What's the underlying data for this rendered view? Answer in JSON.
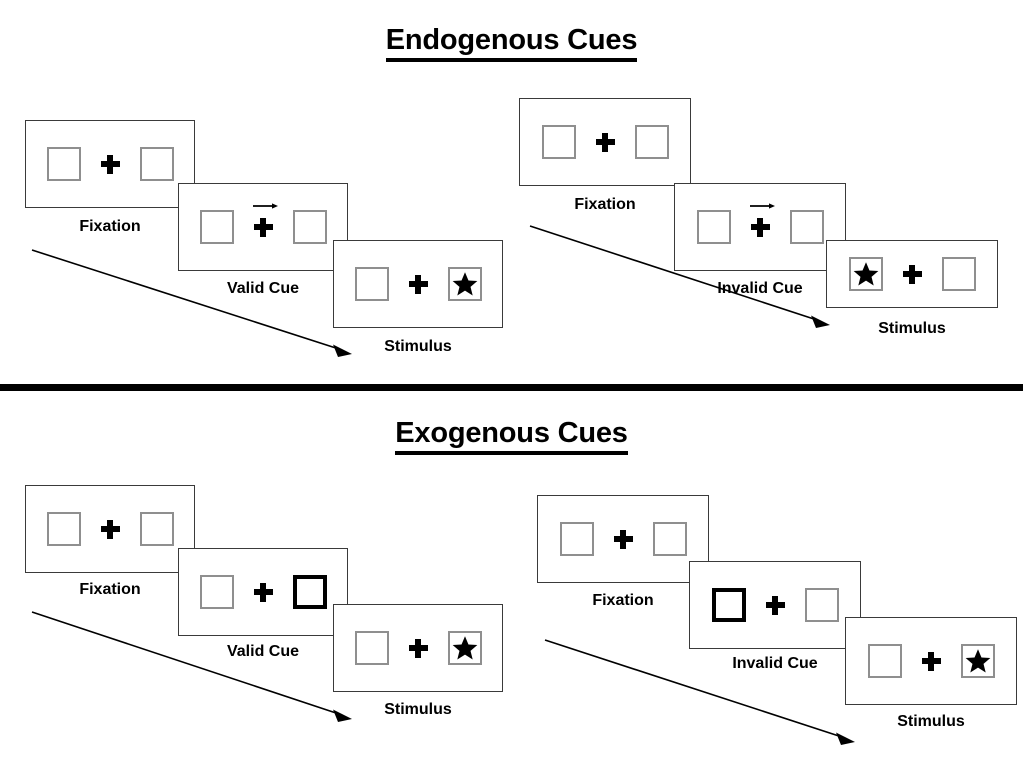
{
  "figure": {
    "background_color": "#ffffff",
    "ink_color": "#000000",
    "placeholder_box_color": "#9d9d9d"
  },
  "sections": [
    {
      "id": "endogenous",
      "title": "Endogenous Cues",
      "columns": [
        {
          "id": "endogenous-valid",
          "steps": [
            {
              "id": "endogenous-valid-fixation",
              "caption": "Fixation",
              "left_box": "empty",
              "right_box": "empty",
              "arrow_cue": "none"
            },
            {
              "id": "endogenous-valid-cue",
              "caption": "Valid Cue",
              "left_box": "empty",
              "right_box": "empty",
              "arrow_cue": "right"
            },
            {
              "id": "endogenous-valid-stimulus",
              "caption": "Stimulus",
              "left_box": "empty",
              "right_box": "star",
              "arrow_cue": "none"
            }
          ]
        },
        {
          "id": "endogenous-invalid",
          "steps": [
            {
              "id": "endogenous-invalid-fixation",
              "caption": "Fixation",
              "left_box": "empty",
              "right_box": "empty",
              "arrow_cue": "none"
            },
            {
              "id": "endogenous-invalid-cue",
              "caption": "Invalid Cue",
              "left_box": "empty",
              "right_box": "empty",
              "arrow_cue": "right"
            },
            {
              "id": "endogenous-invalid-stimulus",
              "caption": "Stimulus",
              "left_box": "star",
              "right_box": "empty",
              "arrow_cue": "none"
            }
          ]
        }
      ]
    },
    {
      "id": "exogenous",
      "title": "Exogenous Cues",
      "columns": [
        {
          "id": "exogenous-valid",
          "steps": [
            {
              "id": "exogenous-valid-fixation",
              "caption": "Fixation",
              "left_box": "empty",
              "right_box": "empty",
              "arrow_cue": "none"
            },
            {
              "id": "exogenous-valid-cue",
              "caption": "Valid Cue",
              "left_box": "empty",
              "right_box": "cued",
              "arrow_cue": "none"
            },
            {
              "id": "exogenous-valid-stimulus",
              "caption": "Stimulus",
              "left_box": "empty",
              "right_box": "star",
              "arrow_cue": "none"
            }
          ]
        },
        {
          "id": "exogenous-invalid",
          "steps": [
            {
              "id": "exogenous-invalid-fixation",
              "caption": "Fixation",
              "left_box": "empty",
              "right_box": "empty",
              "arrow_cue": "none"
            },
            {
              "id": "exogenous-invalid-cue",
              "caption": "Invalid Cue",
              "left_box": "cued",
              "right_box": "empty",
              "arrow_cue": "none"
            },
            {
              "id": "exogenous-invalid-stimulus",
              "caption": "Stimulus",
              "left_box": "empty",
              "right_box": "star",
              "arrow_cue": "none"
            }
          ]
        }
      ]
    }
  ],
  "captions": {
    "endo_valid_fixation": "Fixation",
    "endo_valid_cue": "Valid Cue",
    "endo_valid_stimulus": "Stimulus",
    "endo_invalid_fixation": "Fixation",
    "endo_invalid_cue": "Invalid Cue",
    "endo_invalid_stimulus": "Stimulus",
    "exo_valid_fixation": "Fixation",
    "exo_valid_cue": "Valid Cue",
    "exo_valid_stimulus": "Stimulus",
    "exo_invalid_fixation": "Fixation",
    "exo_invalid_cue": "Invalid Cue",
    "exo_invalid_stimulus": "Stimulus"
  },
  "titles": {
    "endogenous": "Endogenous Cues",
    "exogenous": "Exogenous Cues"
  }
}
